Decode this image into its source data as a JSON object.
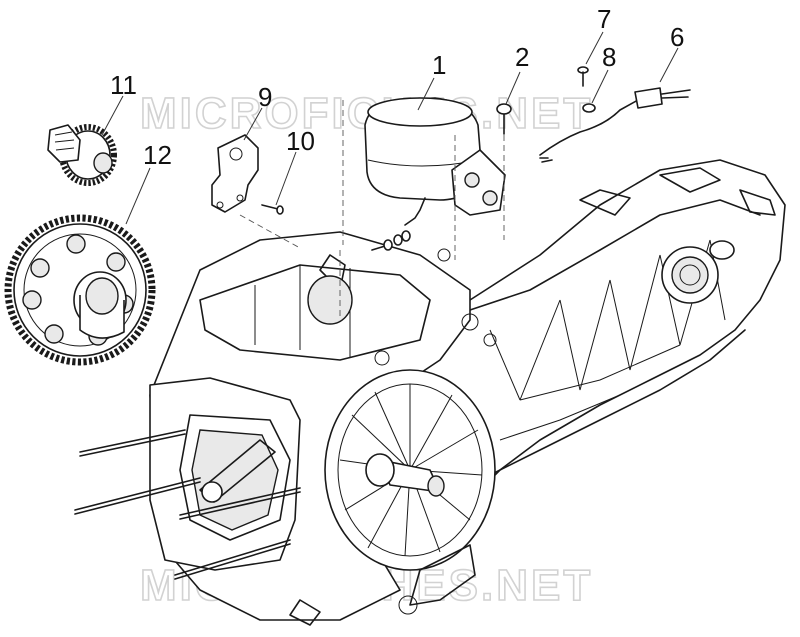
{
  "watermark": {
    "text": "MICROFICHES.NET"
  },
  "callouts": [
    {
      "id": "1",
      "label": "1"
    },
    {
      "id": "2",
      "label": "2"
    },
    {
      "id": "6",
      "label": "6"
    },
    {
      "id": "7",
      "label": "7"
    },
    {
      "id": "8",
      "label": "8"
    },
    {
      "id": "9",
      "label": "9"
    },
    {
      "id": "10",
      "label": "10"
    },
    {
      "id": "11",
      "label": "11"
    },
    {
      "id": "12",
      "label": "12"
    }
  ]
}
